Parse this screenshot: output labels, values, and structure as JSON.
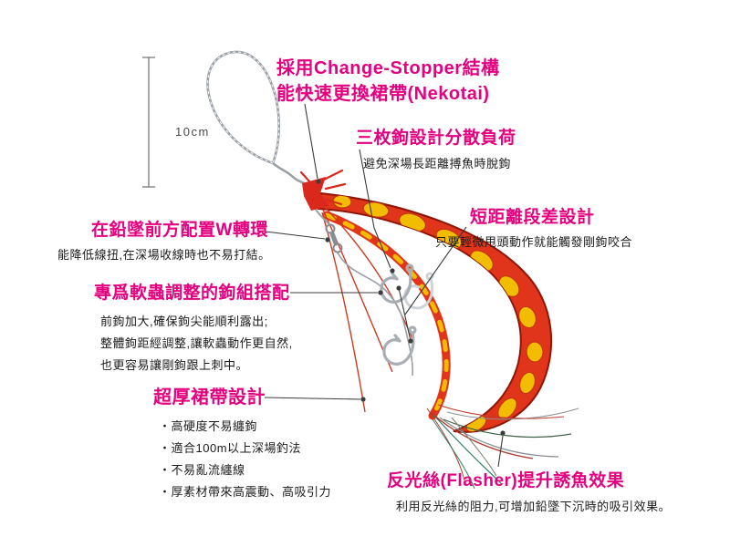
{
  "colors": {
    "accent": "#e4007f",
    "body_text": "#1b1b1b",
    "lure_red": "#e0351b",
    "lure_spot_yellow": "#f2bc00",
    "line_gray": "#9aa0a6"
  },
  "measurement": {
    "label": "10cm"
  },
  "annotations": {
    "change_stopper": {
      "heading_line1": "採用Change-Stopper結構",
      "heading_line2": "能快速更換裙帶(Nekotai)"
    },
    "three_hooks": {
      "heading": "三枚鉤設計分散負荷",
      "body": "避免深場長距離搏魚時脫鉤"
    },
    "short_gap": {
      "heading": "短距離段差設計",
      "body": "只要輕微甩頭動作就能觸發剛鉤咬合"
    },
    "swivel": {
      "heading": "在鉛墜前方配置W轉環",
      "body": "能降低線扭,在深場收線時也不易打結。"
    },
    "hook_setup": {
      "heading": "專爲軟蟲調整的鉤組搭配",
      "body_lines": [
        "前鉤加大,確保鉤尖能順利露出;",
        "整體鉤距經調整,讓軟蟲動作更自然,",
        "也更容易讓剛鉤跟上刺中。"
      ]
    },
    "thick_skirt": {
      "heading": "超厚裙帶設計",
      "bullets": [
        "・高硬度不易纏鉤",
        "・適合100m以上深場釣法",
        "・不易亂流纏線",
        "・厚素材帶來高震動、高吸引力"
      ]
    },
    "flasher": {
      "heading": "反光絲(Flasher)提升誘魚效果",
      "body": "利用反光絲的阻力,可增加鉛墜下沉時的吸引效果。"
    }
  }
}
